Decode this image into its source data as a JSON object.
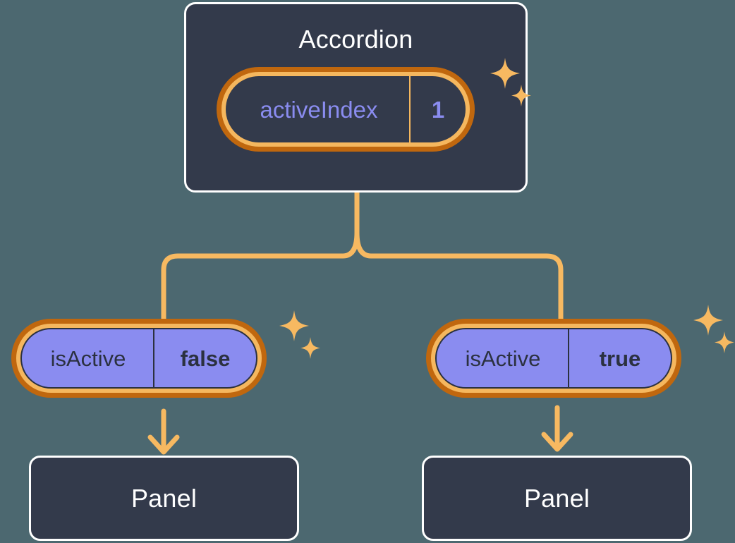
{
  "background_color": "#4c6870",
  "palette": {
    "box_fill": "#333a4b",
    "box_border": "#ffffff",
    "pill_outer_ring": "#c0670e",
    "pill_inner_ring": "#f5b75e",
    "pill_purple_fill": "#8a8cf0",
    "connector": "#f7b961",
    "accent_text_purple": "#8a8cf0",
    "dark_text": "#2b3140"
  },
  "diagram": {
    "type": "component-state-tree",
    "root": {
      "title": "Accordion",
      "state": {
        "key": "activeIndex",
        "value": "1"
      }
    },
    "branches": [
      {
        "side": "left",
        "state": {
          "key": "isActive",
          "value": "false"
        },
        "child": {
          "title": "Panel"
        }
      },
      {
        "side": "right",
        "state": {
          "key": "isActive",
          "value": "true"
        },
        "child": {
          "title": "Panel"
        }
      }
    ]
  },
  "icons": {
    "sparkle_large": "sparkle-4-point-large",
    "sparkle_small": "sparkle-4-point-small",
    "arrow": "arrow-down"
  }
}
